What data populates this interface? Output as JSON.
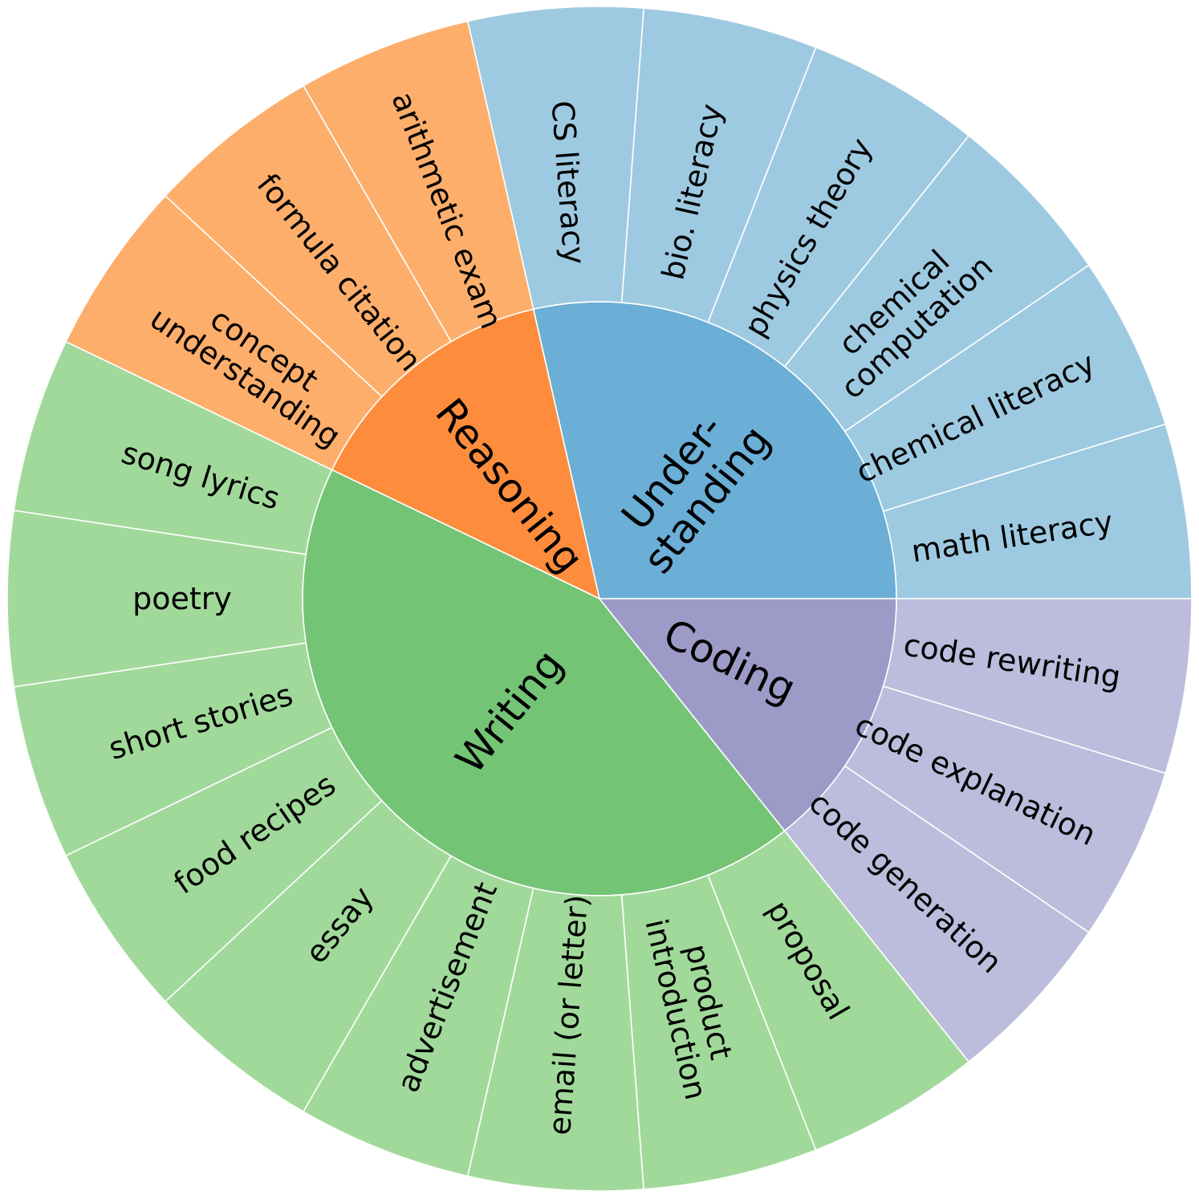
{
  "chart_data": {
    "type": "sunburst",
    "categories": [
      {
        "name": "Under-\nstanding",
        "color": "#6baed6",
        "child_color": "#9ecae1",
        "children": [
          "math literacy",
          "chemical literacy",
          "chemical\ncomputation",
          "physics theory",
          "bio. literacy",
          "CS literacy"
        ]
      },
      {
        "name": "Reasoning",
        "color": "#fd8d3c",
        "child_color": "#fdae6b",
        "children": [
          "arithmetic exam",
          "formula citation",
          "concept\nunderstanding"
        ]
      },
      {
        "name": "Writing",
        "color": "#74c476",
        "child_color": "#a1d99b",
        "children": [
          "song lyrics",
          "poetry",
          "short stories",
          "food recipes",
          "essay",
          "advertisement",
          "email (or letter)",
          "product\nintroduction",
          "proposal"
        ]
      },
      {
        "name": "Coding",
        "color": "#9e9ac8",
        "child_color": "#bcbddc",
        "children": [
          "code generation",
          "code explanation",
          "code rewriting"
        ]
      }
    ]
  }
}
